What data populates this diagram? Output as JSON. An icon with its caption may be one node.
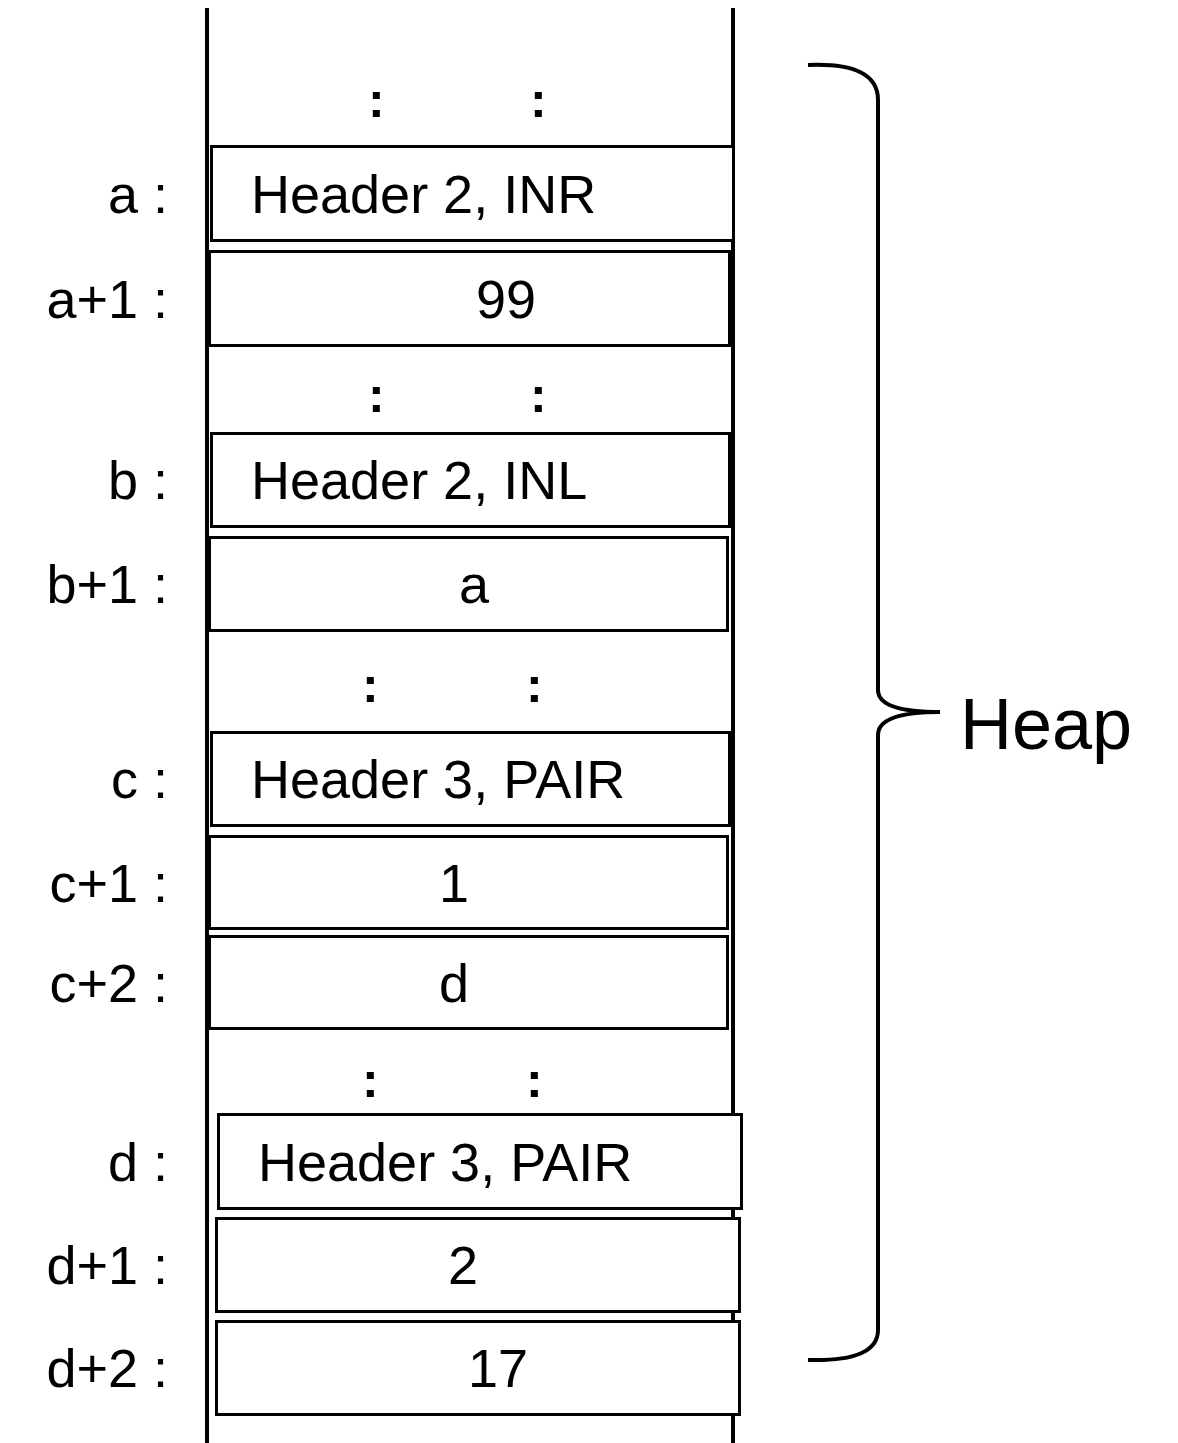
{
  "diagram": {
    "nodes": [
      {
        "text": [
          "Header 2, INR"
        ],
        "beside": [
          "a :"
        ]
      },
      {
        "text": [
          "99"
        ],
        "beside": [
          "a+1 :"
        ]
      },
      {
        "text": [
          "Header 2, INL"
        ],
        "beside": [
          "b :"
        ]
      },
      {
        "text": [
          "a"
        ],
        "beside": [
          "b+1 :"
        ]
      },
      {
        "text": [
          "Header 3, PAIR"
        ],
        "beside": [
          "c :"
        ]
      },
      {
        "text": [
          "1"
        ],
        "beside": [
          "c+1 :"
        ]
      },
      {
        "text": [
          "d"
        ],
        "beside": [
          "c+2 :"
        ]
      },
      {
        "text": [
          "Header 3, PAIR"
        ],
        "beside": [
          "d :"
        ]
      },
      {
        "text": [
          "2"
        ],
        "beside": [
          "d+1 :"
        ]
      },
      {
        "text": [
          "17"
        ],
        "beside": [
          "d+2 :"
        ]
      }
    ],
    "labels": [
      ":",
      ":",
      ":",
      ":",
      ":",
      ":",
      ":",
      ":",
      "Heap"
    ]
  }
}
